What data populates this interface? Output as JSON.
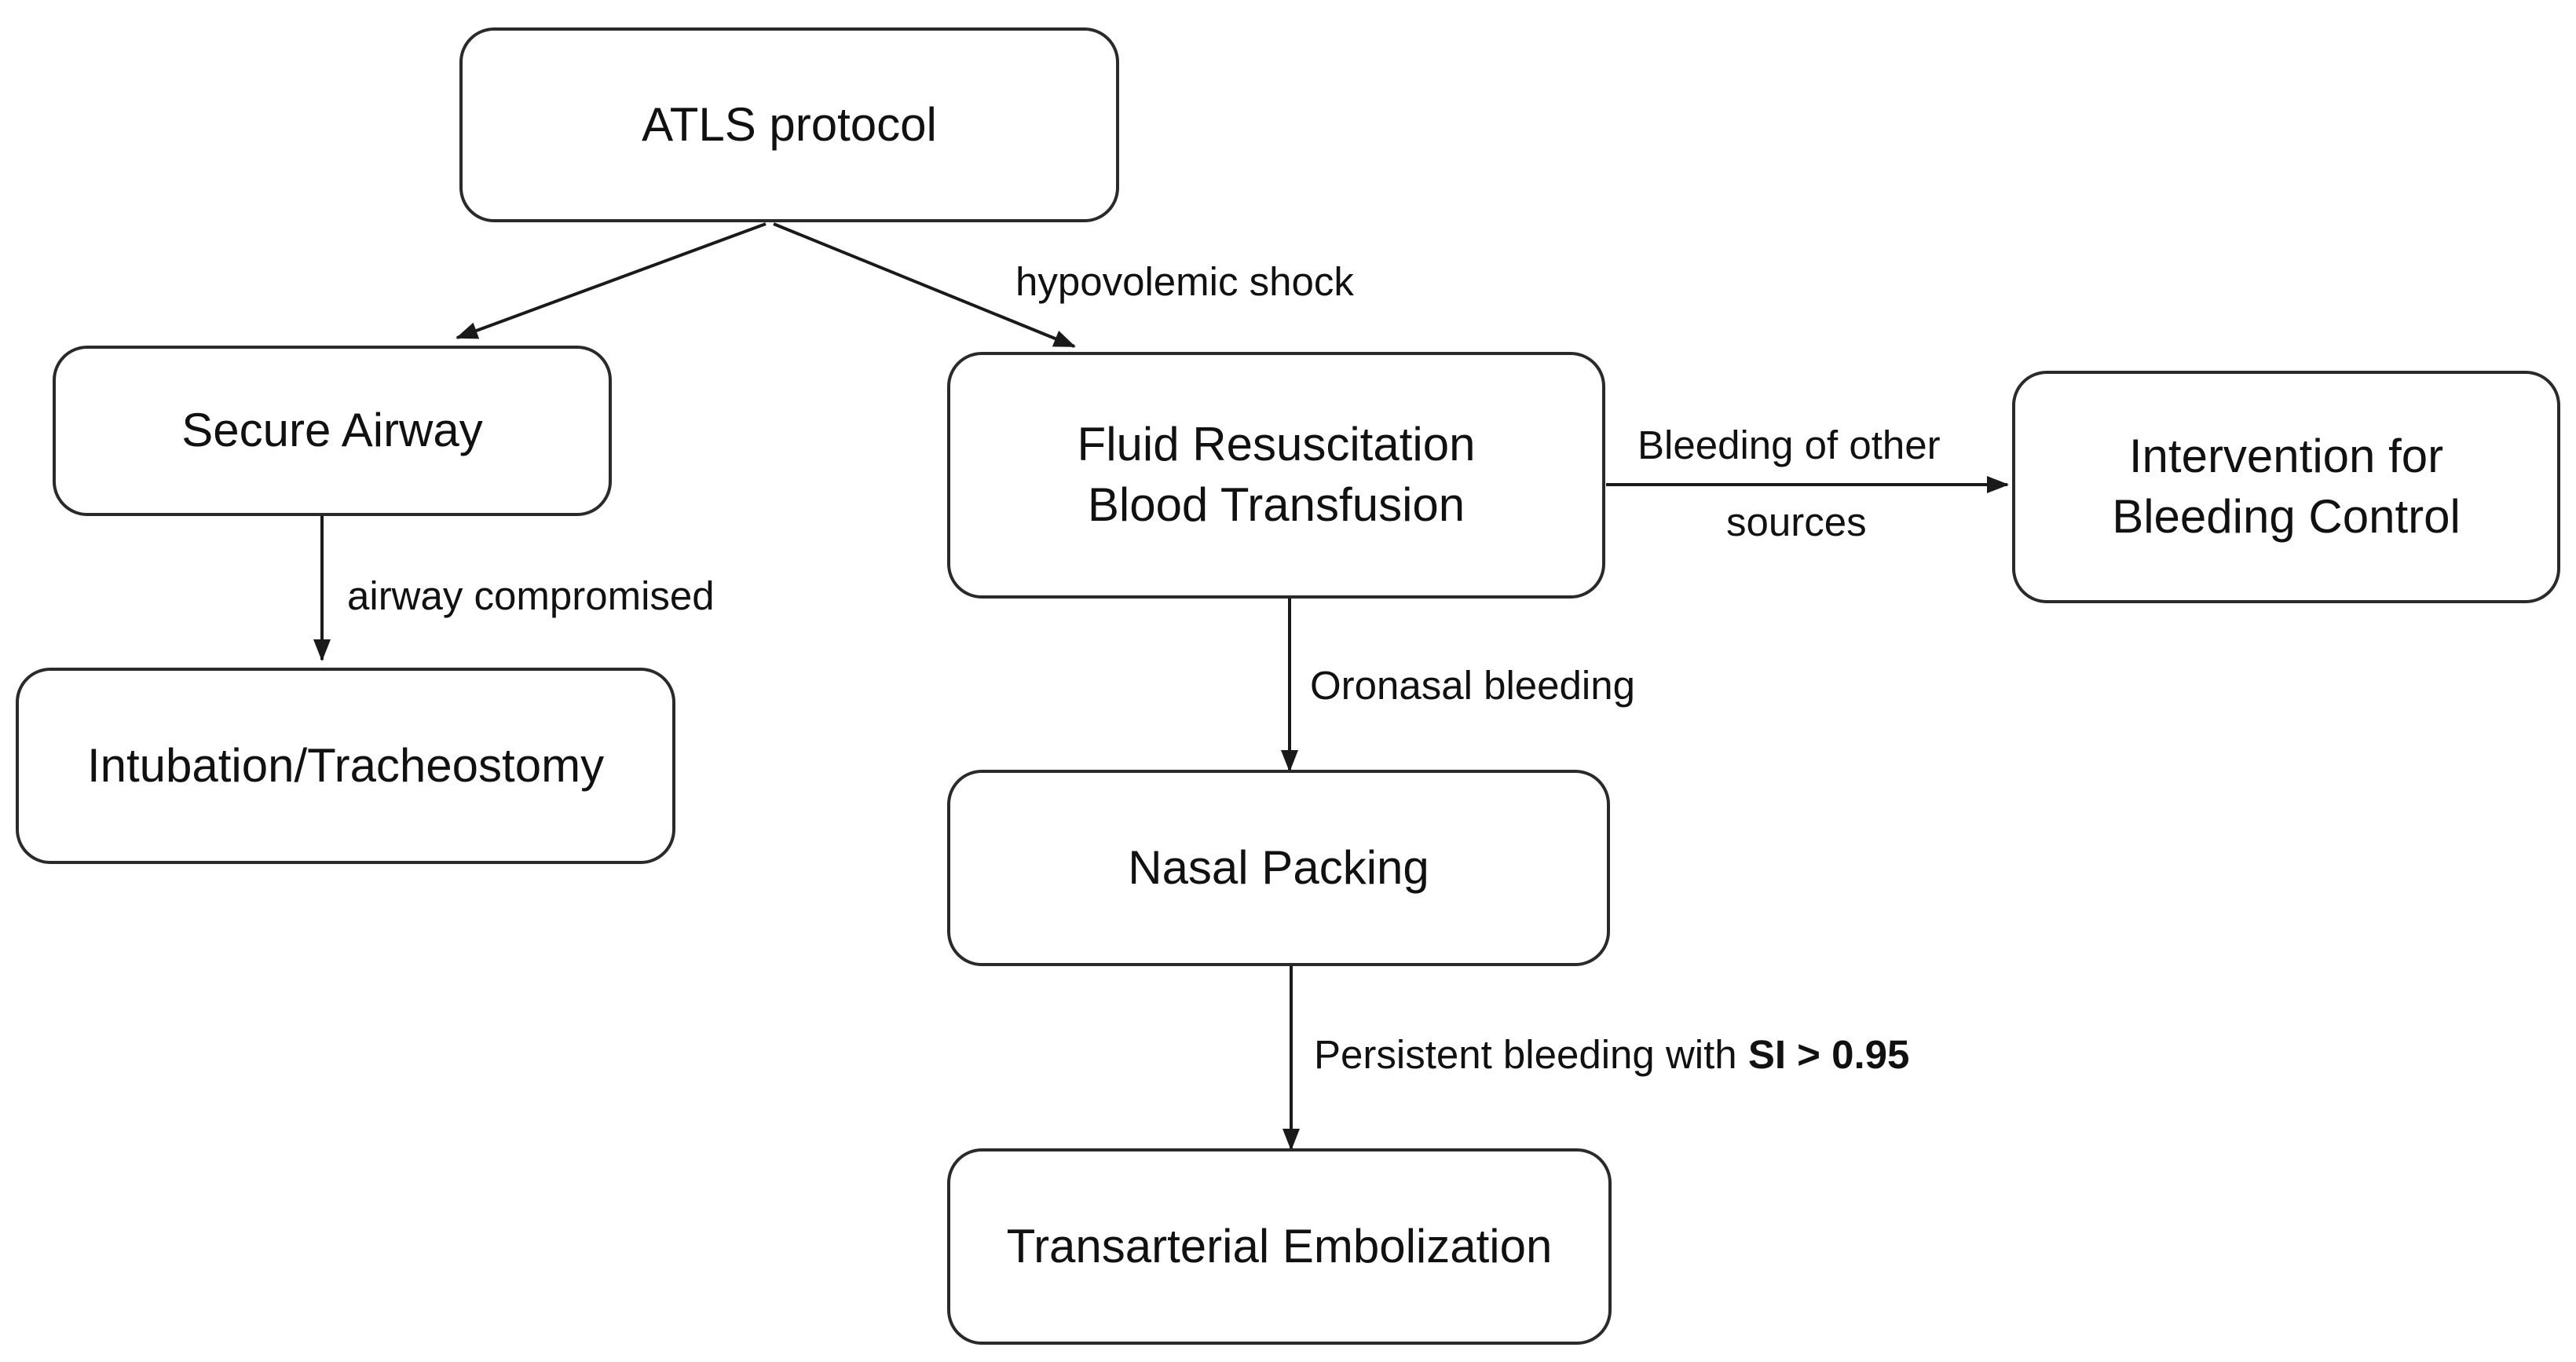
{
  "nodes": {
    "atls": {
      "line1": "ATLS protocol"
    },
    "airway": {
      "line1": "Secure Airway"
    },
    "intubation": {
      "line1": "Intubation/Tracheostomy"
    },
    "fluid": {
      "line1": "Fluid Resuscitation",
      "line2": "Blood Transfusion"
    },
    "intervention": {
      "line1": "Intervention for",
      "line2": "Bleeding Control"
    },
    "packing": {
      "line1": "Nasal Packing"
    },
    "embolization": {
      "line1": "Transarterial Embolization"
    }
  },
  "edges": {
    "hypovolemic": "hypovolemic shock",
    "airway_compromised": "airway compromised",
    "other_sources_line1": "Bleeding of other",
    "other_sources_line2": "sources",
    "oronasal": "Oronasal bleeding",
    "persistent_prefix": "Persistent bleeding with ",
    "persistent_bold": "SI > 0.95"
  }
}
